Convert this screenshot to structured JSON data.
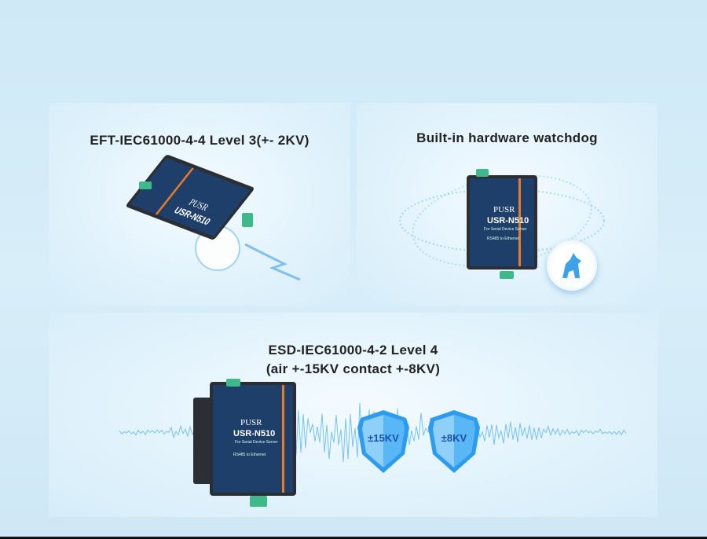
{
  "panels": [
    {
      "title": "EFT-IEC61000-4-4 Level 3(+- 2KV)"
    },
    {
      "title": "Built-in hardware watchdog"
    },
    {
      "title_line1": "ESD-IEC61000-4-2 Level 4",
      "title_line2": "(air +-15KV contact +-8KV)"
    }
  ],
  "device": {
    "brand": "PUSR",
    "model": "USR-N510",
    "subtitle": "For Serial Device Server",
    "function": "RS485 to Ethernet"
  },
  "shields": [
    {
      "label": "±15KV"
    },
    {
      "label": "±8KV"
    }
  ],
  "colors": {
    "accent_orange": "#f07a22",
    "device_blue": "#1f3f6b",
    "shield_blue": "#2e9bf0"
  }
}
